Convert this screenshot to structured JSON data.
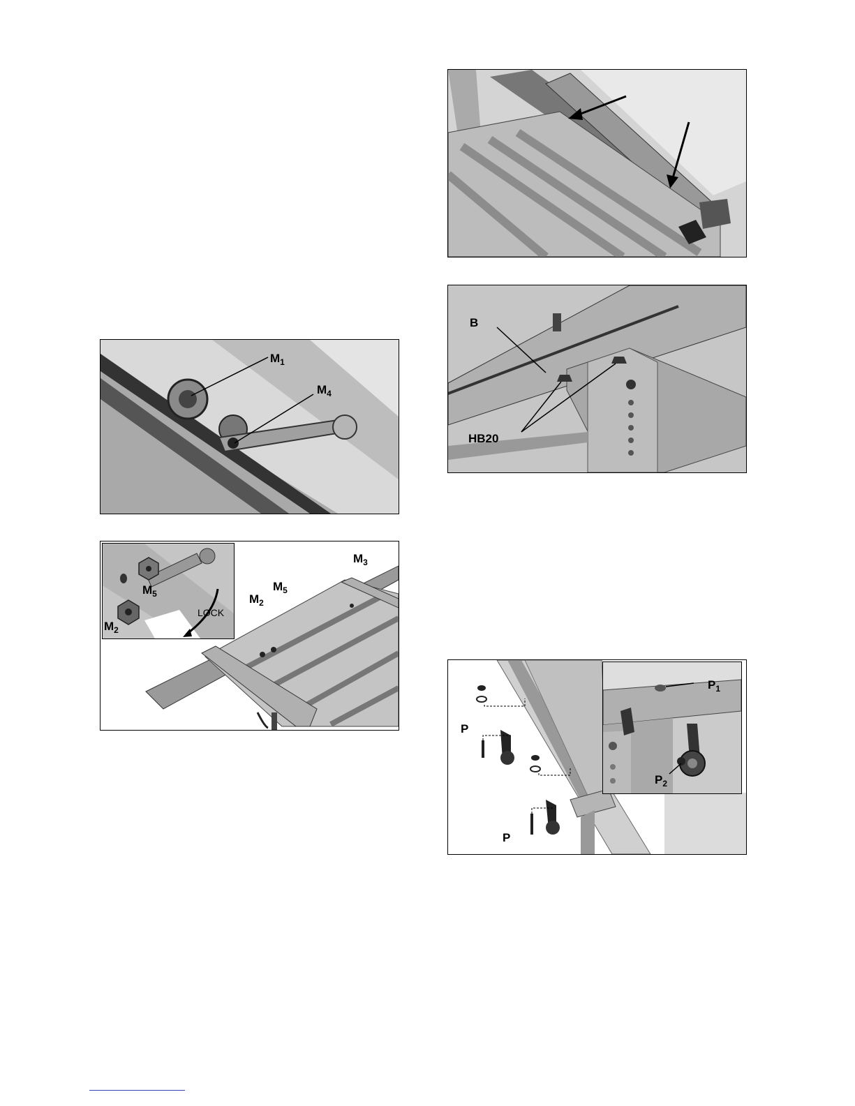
{
  "figures": {
    "fig_m1m4": {
      "label_m1_main": "M",
      "label_m1_sub": "1",
      "label_m4_main": "M",
      "label_m4_sub": "4"
    },
    "fig_m2m3m5": {
      "inset_m5_main": "M",
      "inset_m5_sub": "5",
      "inset_m2_main": "M",
      "inset_m2_sub": "2",
      "inset_lock": "LOCK",
      "label_m2_main": "M",
      "label_m2_sub": "2",
      "label_m5_main": "M",
      "label_m5_sub": "5",
      "label_m3_main": "M",
      "label_m3_sub": "3"
    },
    "fig_arrows": {},
    "fig_b_hb20": {
      "label_b": "B",
      "label_hb20": "HB20"
    },
    "fig_p": {
      "label_p_top": "P",
      "label_p_bottom": "P",
      "inset_p1_main": "P",
      "inset_p1_sub": "1",
      "inset_p2_main": "P",
      "inset_p2_sub": "2"
    }
  },
  "colors": {
    "metal": "#c8c8c8",
    "dark": "#2a2a2a",
    "frame": "#000000",
    "link_line": "#3344bb"
  }
}
